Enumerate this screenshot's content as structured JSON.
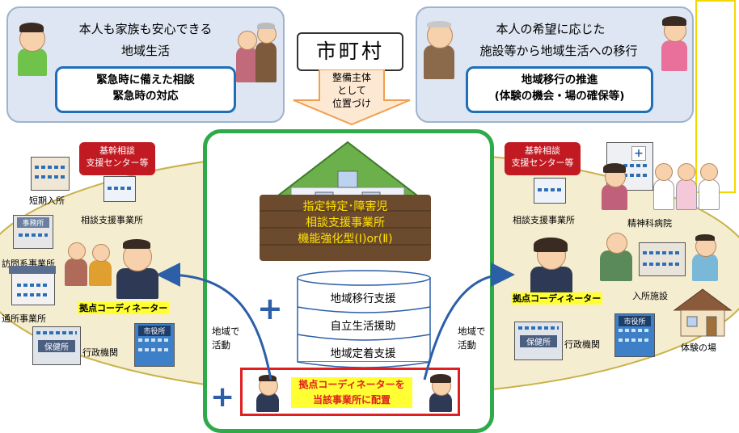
{
  "left_box": {
    "line1": "本人も家族も安心できる",
    "line2": "地域生活",
    "inner1": "緊急時に備えた相談",
    "inner2": "緊急時の対応"
  },
  "right_box": {
    "line1": "本人の希望に応じた",
    "line2": "施設等から地域生活への移行",
    "inner1": "地域移行の推進",
    "inner2": "(体験の機会・場の確保等)"
  },
  "city": "市町村",
  "arrow_text": [
    "整備主体",
    "として",
    "位置づけ"
  ],
  "center": {
    "sign_lines": [
      "指定特定･障害児",
      "相談支援事業所",
      "機能強化型(Ⅰ)or(Ⅱ)"
    ],
    "stack_items": [
      "地域移行支援",
      "自立生活援助",
      "地域定着支援"
    ],
    "bottom_lines": [
      "拠点コーディネーターを",
      "当該事業所に配置"
    ]
  },
  "left_side": {
    "badge": [
      "基幹相談",
      "支援センター等"
    ],
    "labels": {
      "short_stay": "短期入所",
      "consult": "相談支援事業所",
      "home_visit": "訪問系事業所",
      "day_service": "通所事業所",
      "admin": "行政機関"
    },
    "coordinator": "拠点コーディネーター",
    "activity": [
      "地域で",
      "活動"
    ],
    "sign_health": "保健所",
    "sign_city": "市役所",
    "sign_office": "事務所"
  },
  "right_side": {
    "badge": [
      "基幹相談",
      "支援センター等"
    ],
    "labels": {
      "consult": "相談支援事業所",
      "psych": "精神科病院",
      "facility": "入所施設",
      "admin": "行政機関",
      "experience": "体験の場"
    },
    "coordinator": "拠点コーディネーター",
    "activity": [
      "地域で",
      "活動"
    ],
    "sign_health": "保健所",
    "sign_city": "市役所"
  },
  "plus": "+",
  "colors": {
    "top_box_bg": "#dde6f2",
    "inner_border": "#1f6fb8",
    "ellipse": "#f5edd0",
    "green_border": "#2eaa4a",
    "wood": "#6b4a2e",
    "sign_text": "#ffe100",
    "badge_red": "#c11a22",
    "coord_yellow": "#ffff33",
    "arrow_orange": "#f0a050",
    "curve_blue": "#2c5fa8"
  }
}
